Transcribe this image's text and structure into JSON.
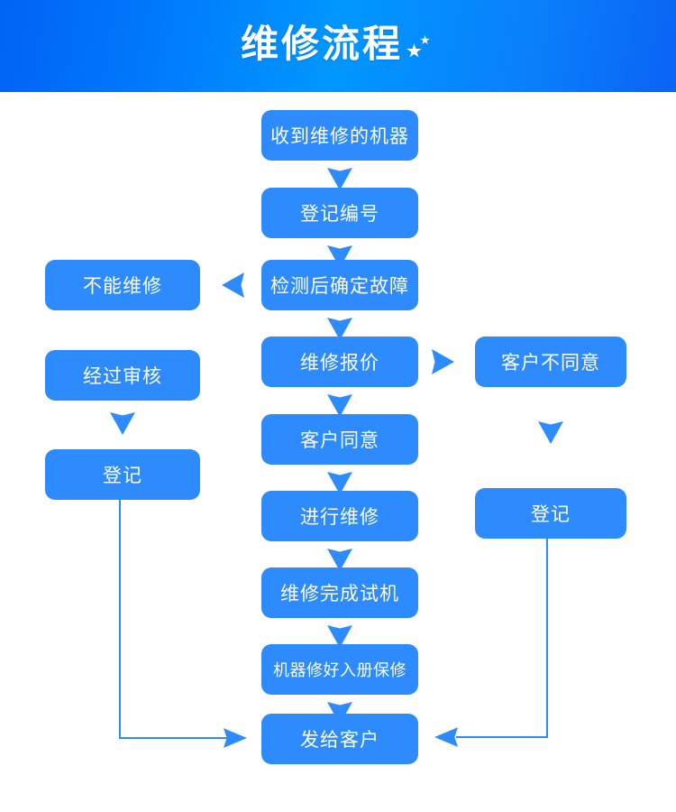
{
  "header": {
    "title": "维修流程",
    "sparkle_icon": "sparkle-stars-icon",
    "gradient_start": "#0062f5",
    "gradient_mid": "#0097ff",
    "gradient_end": "#0a63f4"
  },
  "theme": {
    "node_color": "#2e8bfd",
    "node_text_color": "#ffffff",
    "connector_color": "#2e8bfd",
    "background": "#ffffff"
  },
  "flow": {
    "main_steps": [
      {
        "id": "receive",
        "label": "收到维修的机器"
      },
      {
        "id": "register",
        "label": "登记编号"
      },
      {
        "id": "diagnose",
        "label": "检测后确定故障"
      },
      {
        "id": "quote",
        "label": "维修报价"
      },
      {
        "id": "agree",
        "label": "客户同意"
      },
      {
        "id": "repair",
        "label": "进行维修"
      },
      {
        "id": "test",
        "label": "维修完成试机"
      },
      {
        "id": "warranty",
        "label": "机器修好入册保修"
      },
      {
        "id": "deliver",
        "label": "发给客户"
      }
    ],
    "left_branch": [
      {
        "id": "cannot-repair",
        "label": "不能维修"
      },
      {
        "id": "reviewed",
        "label": "经过审核"
      },
      {
        "id": "left-register",
        "label": "登记"
      }
    ],
    "right_branch": [
      {
        "id": "disagree",
        "label": "客户不同意"
      },
      {
        "id": "right-register",
        "label": "登记"
      }
    ],
    "connectors": [
      {
        "id": "diagnose-to-cannot-repair",
        "direction": "left"
      },
      {
        "id": "quote-to-disagree",
        "direction": "right"
      },
      {
        "id": "left-register-to-deliver",
        "direction": "right"
      },
      {
        "id": "right-register-to-deliver",
        "direction": "left"
      }
    ]
  }
}
